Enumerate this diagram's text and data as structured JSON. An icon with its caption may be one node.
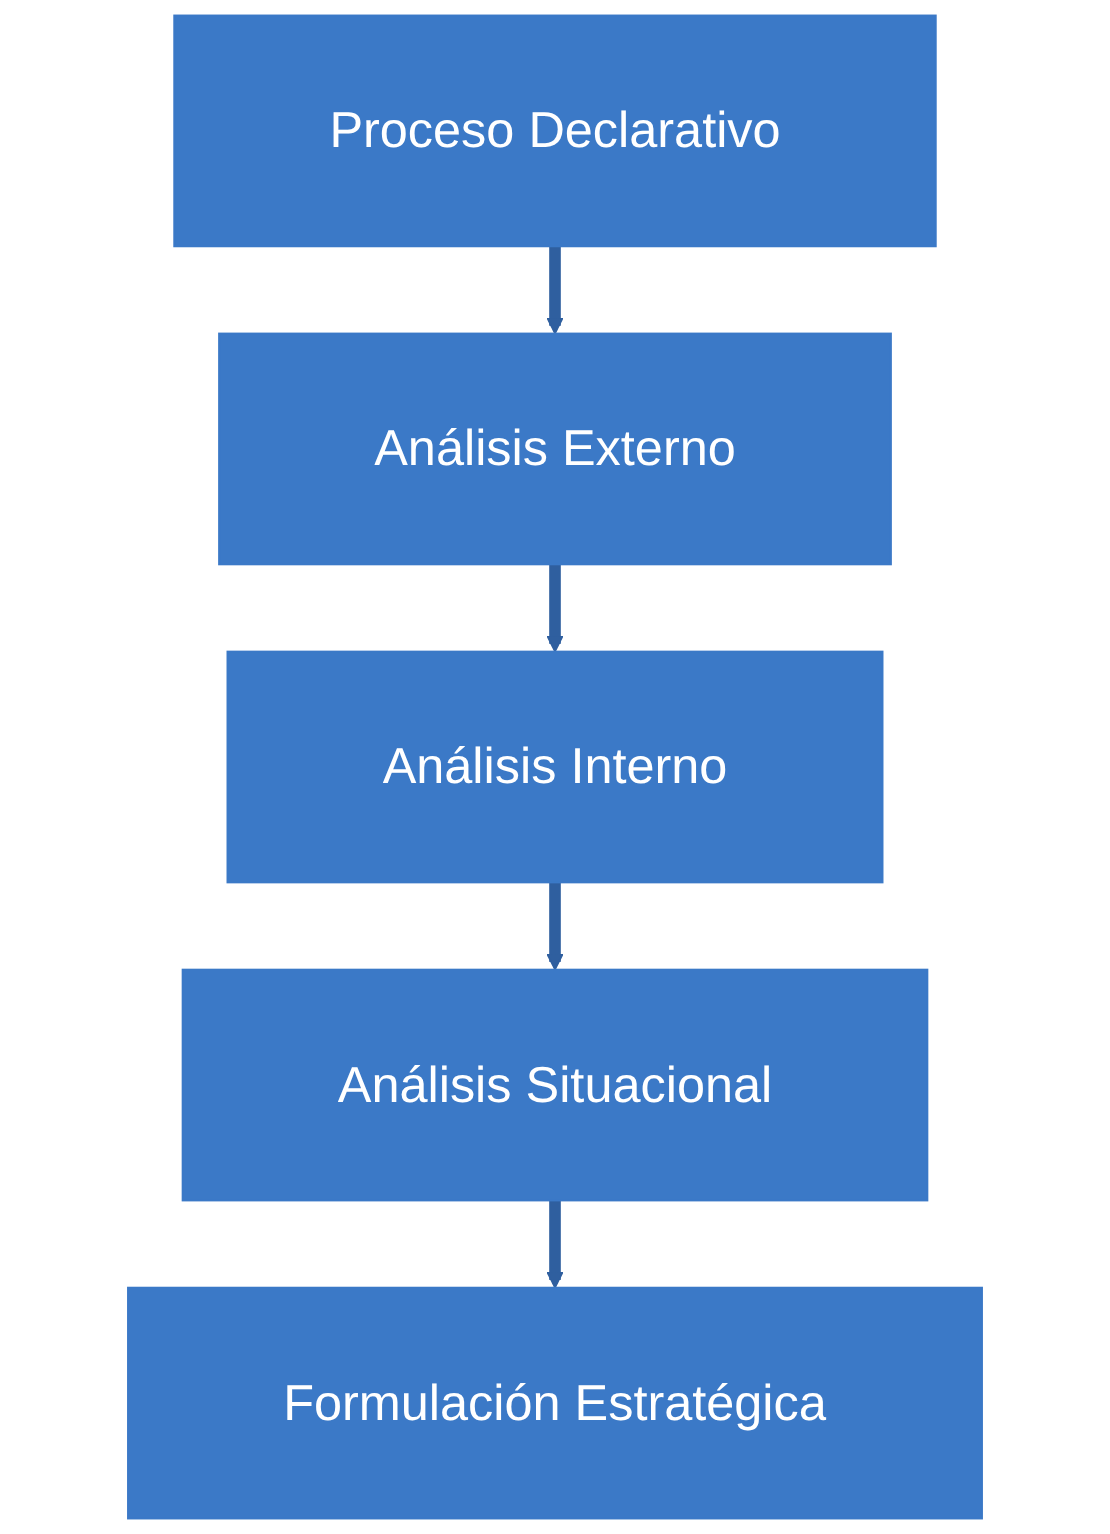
{
  "diagram": {
    "nodes": [
      {
        "text": [
          "Proceso Declarativo"
        ]
      },
      {
        "text": [
          "Análisis Externo"
        ]
      },
      {
        "text": [
          "Análisis Interno"
        ]
      },
      {
        "text": [
          "Análisis Situacional"
        ]
      },
      {
        "text": [
          "Formulación Estratégica"
        ]
      }
    ],
    "edges": [
      {
        "from": 0,
        "to": 1,
        "arrow": "to"
      },
      {
        "from": 1,
        "to": 2,
        "arrow": "to"
      },
      {
        "from": 2,
        "to": 3,
        "arrow": "to"
      },
      {
        "from": 3,
        "to": 4,
        "arrow": "to"
      }
    ]
  }
}
